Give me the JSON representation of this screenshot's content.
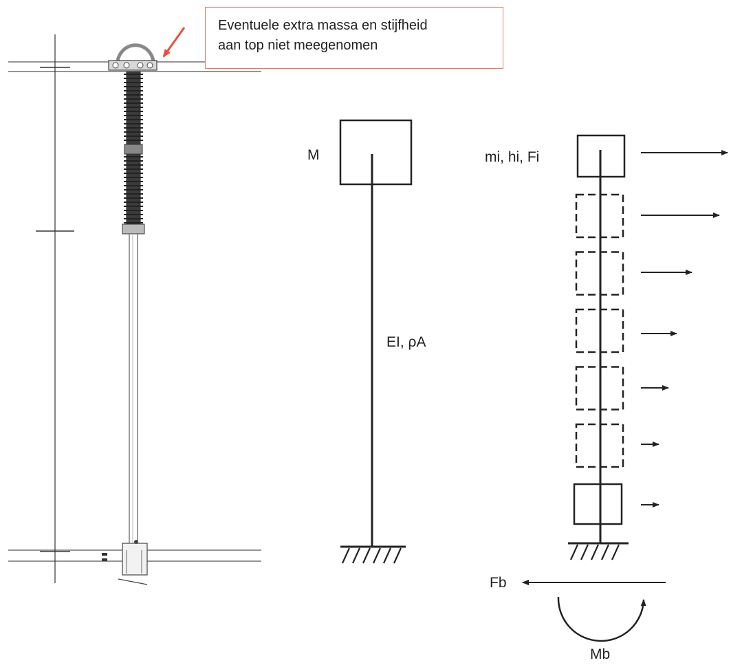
{
  "callout": {
    "line1": "Eventuele extra massa en stijfheid",
    "line2": "aan top niet meegenomen",
    "border_color": "#e07a6a",
    "arrow_color": "#e8503a"
  },
  "model_single": {
    "mass_label": "M",
    "beam_label": "EI, ρA"
  },
  "model_multi": {
    "mass_label": "mi, hi, Fi",
    "base_force_label": "Fb",
    "base_moment_label": "Mb",
    "dashed_mass_count": 5
  },
  "colors": {
    "line": "#222222",
    "drawing": "#555555",
    "insulator": "#3a3a3a"
  }
}
